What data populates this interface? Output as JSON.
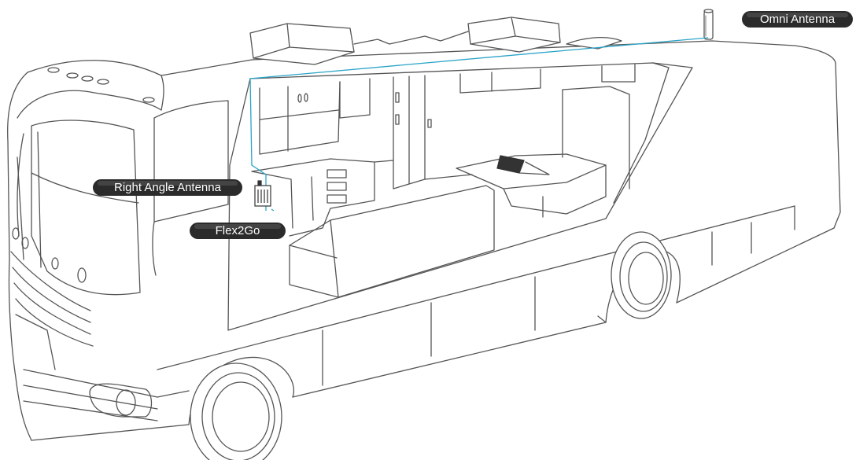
{
  "labels": {
    "omni_antenna": "Omni Antenna",
    "right_angle_antenna": "Right Angle Antenna",
    "flex2go": "Flex2Go"
  },
  "colors": {
    "outline": "#555555",
    "cable": "#2aa4c8",
    "label_bg": "#2b2b2b",
    "label_text": "#ffffff"
  }
}
